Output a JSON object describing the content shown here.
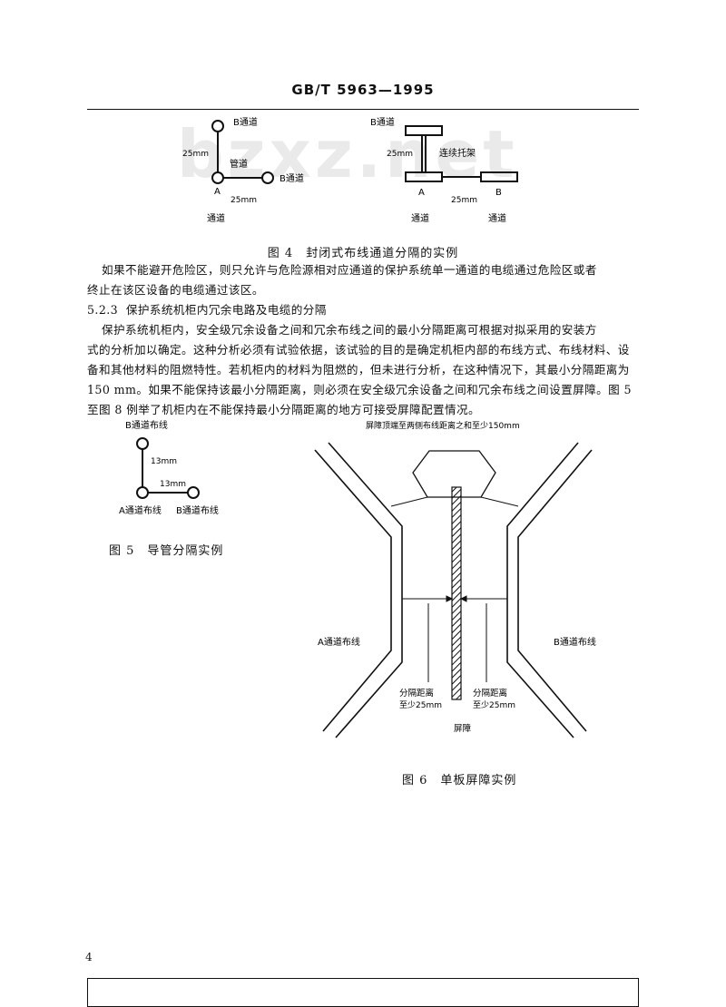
{
  "header": {
    "standard_no": "GB/T 5963—1995"
  },
  "watermark": "bzxz.net",
  "figure4": {
    "left": {
      "b_channel": "B通道",
      "dim_25mm_v": "25mm",
      "pipe": "管道",
      "b_channel_right": "B通道",
      "a_label": "A",
      "dim_25mm_h": "25mm",
      "channel": "通道"
    },
    "right": {
      "b_channel": "B通道",
      "dim_25mm": "25mm",
      "bridge": "连续托架",
      "a_label": "A",
      "b_label": "B",
      "dim_25mm_h": "25mm",
      "channel_a": "通道",
      "channel_b": "通道"
    },
    "caption": "图 4　封闭式布线通道分隔的实例"
  },
  "para1": {
    "line1": "如果不能避开危险区，则只允许与危险源相对应通道的保护系统单一通道的电缆通过危险区或者",
    "line2": "终止在该区设备的电缆通过该区。"
  },
  "section": {
    "number": "5.2.3",
    "title": "保护系统机柜内冗余电路及电缆的分隔"
  },
  "para2": {
    "line1": "保护系统机柜内，安全级冗余设备之间和冗余布线之间的最小分隔距离可根据对拟采用的安装方",
    "line2": "式的分析加以确定。这种分析必须有试验依据，该试验的目的是确定机柜内部的布线方式、布线材料、设",
    "line3": "备和其他材料的阻燃特性。若机柜内的材料为阻燃的，但未进行分析，在这种情况下，其最小分隔距离为",
    "line4": "150 mm。如果不能保持该最小分隔距离，则必须在安全级冗余设备之间和冗余布线之间设置屏障。图 5",
    "line5": "至图 8 例举了机柜内在不能保持最小分隔距离的地方可接受屏障配置情况。"
  },
  "figure5": {
    "b_wiring": "B通道布线",
    "dim_13mm_v": "13mm",
    "dim_13mm_h": "13mm",
    "a_wiring": "A通道布线",
    "b_wiring_right": "B通道布线",
    "caption": "图 5　导管分隔实例"
  },
  "figure6": {
    "top_note": "屏障顶端至两侧布线距离之和至少150mm",
    "a_wiring": "A通道布线",
    "b_wiring": "B通道布线",
    "sep_left_1": "分隔距离",
    "sep_left_2": "至少25mm",
    "sep_right_1": "分隔距离",
    "sep_right_2": "至少25mm",
    "barrier": "屏障",
    "caption": "图 6　单板屏障实例"
  },
  "page_number": "4"
}
